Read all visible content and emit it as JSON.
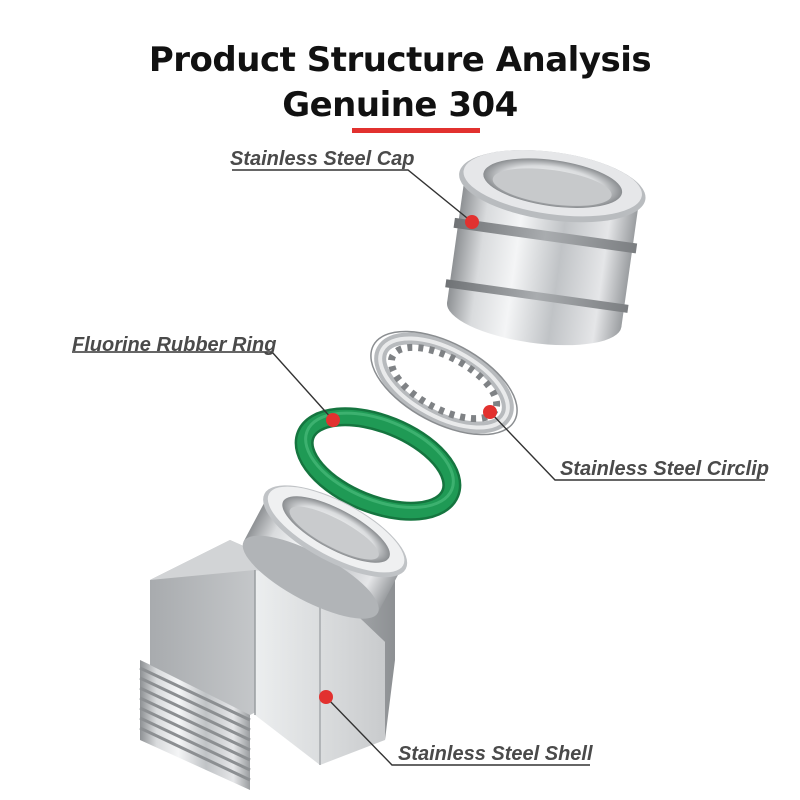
{
  "header": {
    "title_line1": "Product Structure Analysis",
    "title_line2": "Genuine 304"
  },
  "colors": {
    "accent_red": "#e2312f",
    "ring_green": "#1f9a55",
    "steel": "#c4c6c8",
    "label_text": "#4a4a4a"
  },
  "parts": {
    "cap": {
      "label": "Stainless Steel Cap"
    },
    "ring": {
      "label": "Fluorine Rubber Ring"
    },
    "circlip": {
      "label": "Stainless Steel Circlip"
    },
    "shell": {
      "label": "Stainless Steel Shell"
    }
  }
}
